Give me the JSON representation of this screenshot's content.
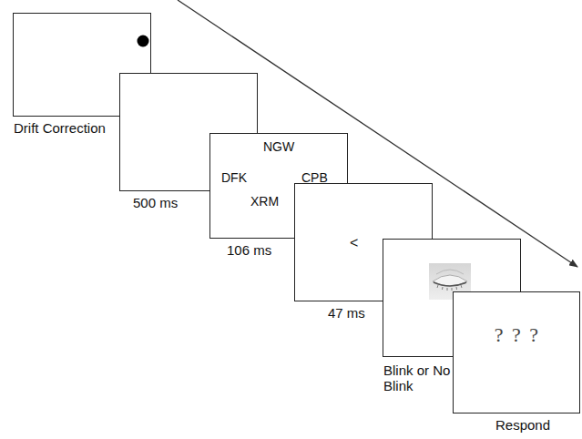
{
  "diagram": {
    "nodes": [
      {
        "text": [
          "Drift Correction"
        ]
      },
      {
        "text": [
          "500 ms"
        ]
      },
      {
        "text": [
          "NGW",
          "DFK",
          "CPB",
          "XRM",
          "106 ms"
        ]
      },
      {
        "text": [
          "<",
          "47 ms"
        ]
      },
      {
        "text": [
          "Blink or No Blink"
        ]
      },
      {
        "text": [
          "? ? ?",
          "Respond"
        ]
      }
    ]
  }
}
